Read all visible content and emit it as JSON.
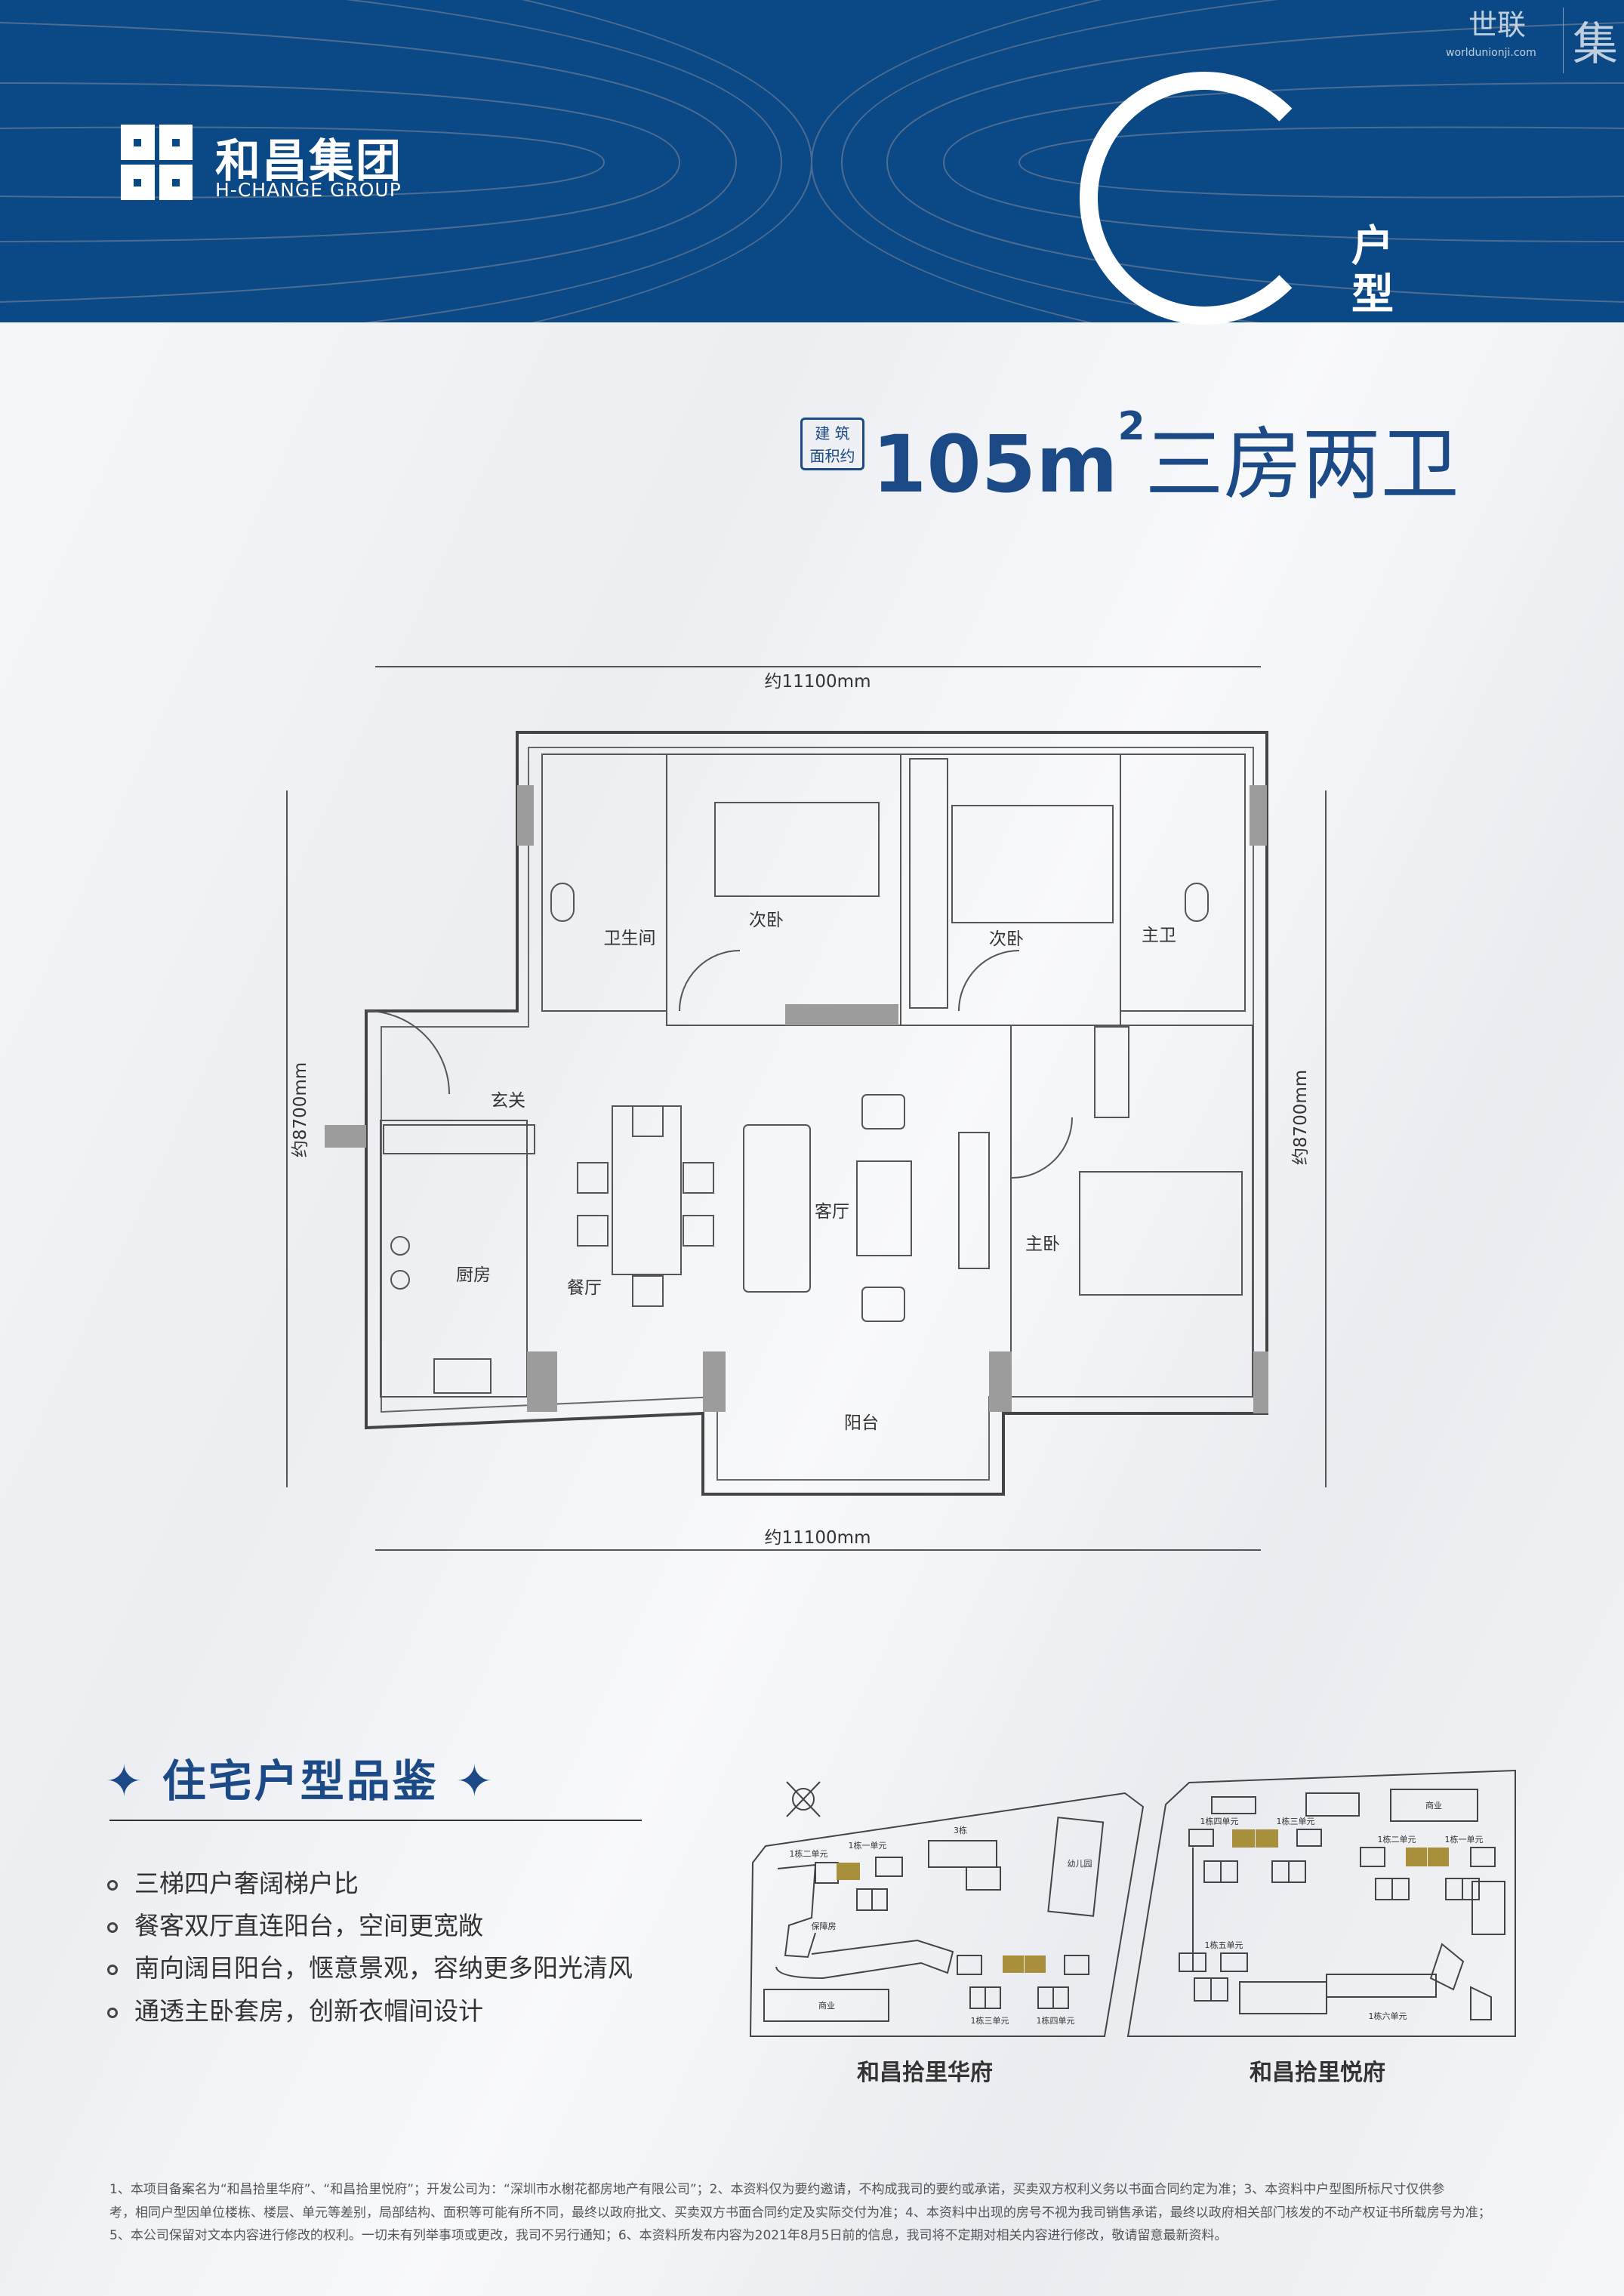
{
  "header": {
    "brand_cn": "和昌集团",
    "brand_en": "H-CHANGE GROUP",
    "type_label": "户型",
    "type_letter": "C",
    "watermark": {
      "cn": "世联",
      "url": "worldunionji.com",
      "char": "集"
    }
  },
  "title": {
    "badge_line1": "建 筑",
    "badge_line2": "面积约",
    "area": "105m",
    "sup": "2",
    "layout": "三房两卫"
  },
  "plan": {
    "dim_top": "约11100mm",
    "dim_bottom": "约11100mm",
    "dim_left": "约8700mm",
    "dim_right": "约8700mm",
    "rooms": {
      "bath": "卫生间",
      "bed2": "次卧",
      "bed3": "次卧",
      "master_bath": "主卫",
      "foyer": "玄关",
      "living": "客厅",
      "kitchen": "厨房",
      "dining": "餐厅",
      "master": "主卧",
      "balcony": "阳台"
    }
  },
  "features": {
    "title": "住宅户型品鉴",
    "items": [
      "三梯四户奢阔梯户比",
      "餐客双厅直连阳台，空间更宽敞",
      "南向阔目阳台，惬意景观，容纳更多阳光清风",
      "通透主卧套房，创新衣帽间设计"
    ]
  },
  "maps": [
    {
      "name": "和昌拾里华府",
      "labels": {
        "u1": "1栋一单元",
        "u2": "1栋二单元",
        "u3": "1栋三单元",
        "u4": "1栋四单元",
        "b3": "3栋",
        "kg": "幼儿园",
        "bz": "保障房",
        "sy": "商业"
      }
    },
    {
      "name": "和昌拾里悦府",
      "labels": {
        "u1": "1栋一单元",
        "u2": "1栋二单元",
        "u3": "1栋三单元",
        "u4": "1栋四单元",
        "u5": "1栋五单元",
        "u6": "1栋六单元",
        "sy": "商业"
      }
    }
  ],
  "colors": {
    "brand": "#0b4886",
    "highlight": "#a88f3c"
  },
  "footer": [
    "1、本项目备案名为“和昌拾里华府”、“和昌拾里悦府”；开发公司为：“深圳市水榭花都房地产有限公司”；2、本资料仅为要约邀请，不构成我司的要约或承诺，买卖双方权利义务以书面合同约定为准；3、本资料中户型图所标尺寸仅供参",
    "考，相同户型因单位楼栋、楼层、单元等差别，局部结构、面积等可能有所不同，最终以政府批文、买卖双方书面合同约定及实际交付为准；4、本资料中出现的房号不视为我司销售承诺，最终以政府相关部门核发的不动产权证书所载房号为准；",
    "5、本公司保留对文本内容进行修改的权利。一切未有列举事项或更改，我司不另行通知；6、本资料所发布内容为2021年8月5日前的信息，我司将不定期对相关内容进行修改，敬请留意最新资料。"
  ]
}
